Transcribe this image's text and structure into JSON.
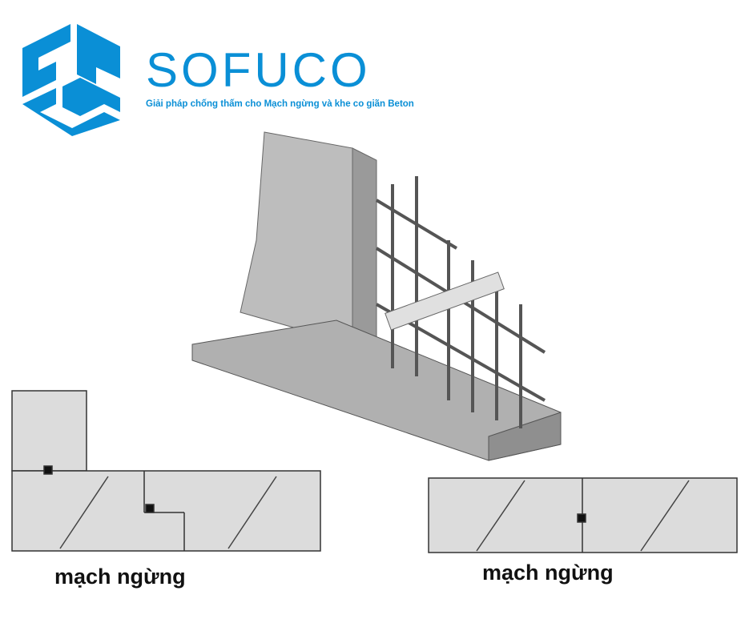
{
  "logo": {
    "name": "SOFUCO",
    "tagline": "Giải pháp chống thấm cho Mạch ngừng và khe co giãn Beton",
    "color": "#0a8fd6"
  },
  "diagram": {
    "left_caption": "mạch ngừng",
    "right_caption": "mạch ngừng"
  }
}
